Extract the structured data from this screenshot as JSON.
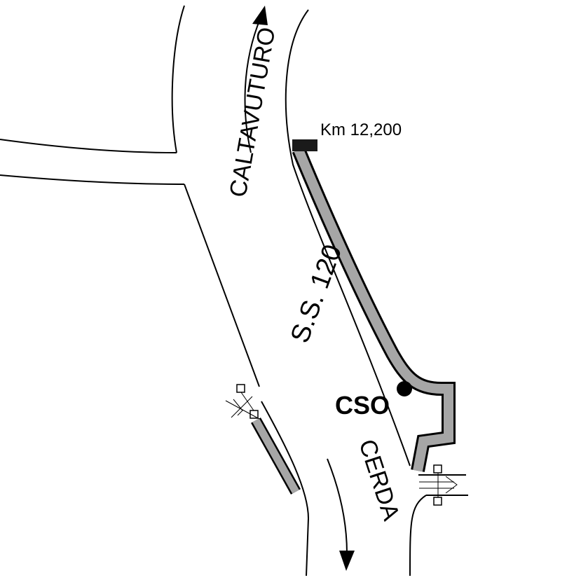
{
  "map": {
    "route_label": "S.S. 120",
    "destinations": {
      "north": "CALTAVUTURO",
      "south": "CERDA"
    },
    "km_marker": "Km 12,200",
    "point_label": "CSO"
  },
  "colors": {
    "background": "#ffffff",
    "lines": "#000000",
    "access_road_fill": "#a6a6a6",
    "marker": "#1a1a1a"
  },
  "icons": [
    "km-marker-block",
    "cso-point-dot",
    "north-arrow",
    "south-arrow",
    "gate-symbol"
  ]
}
